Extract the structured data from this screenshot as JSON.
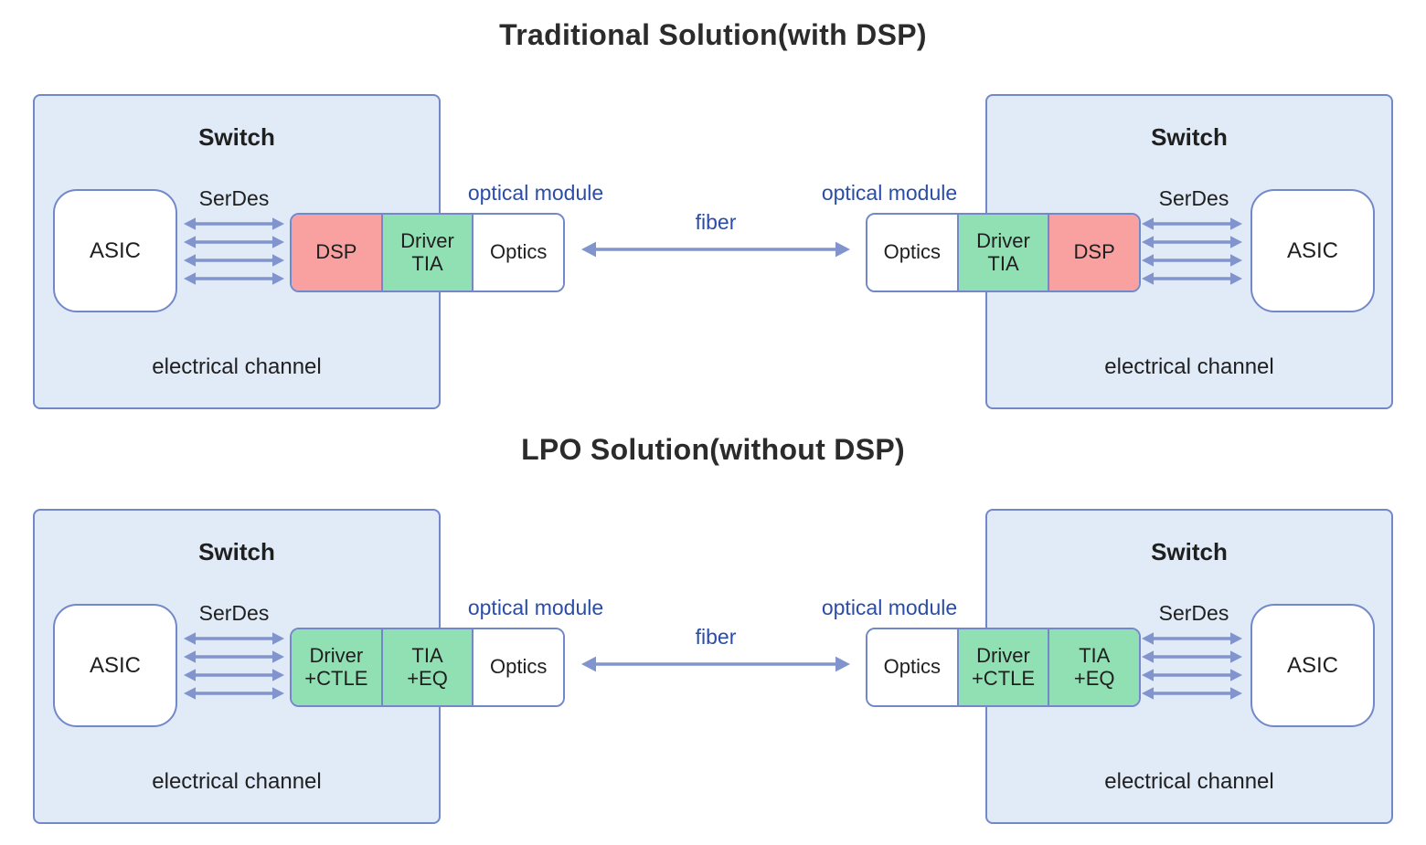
{
  "colors": {
    "switch_fill": "#e1ebf8",
    "box_border": "#7288c9",
    "arrow": "#8294cd",
    "label_blue": "#2b4da8",
    "cell_pink": "#f9a1a0",
    "cell_green": "#90e0b4",
    "cell_white": "#ffffff",
    "text": "#2b2b2b"
  },
  "sections": [
    {
      "title": "Traditional Solution(with DSP)",
      "fiber_label": "fiber",
      "left": {
        "switch_label": "Switch",
        "asic_label": "ASIC",
        "serdes_label": "SerDes",
        "channel_label": "electrical channel",
        "optical_module_label": "optical module",
        "module_cells": [
          {
            "label": "DSP",
            "color": "pink"
          },
          {
            "label": "Driver\nTIA",
            "color": "green"
          },
          {
            "label": "Optics",
            "color": "white"
          }
        ]
      },
      "right": {
        "switch_label": "Switch",
        "asic_label": "ASIC",
        "serdes_label": "SerDes",
        "channel_label": "electrical channel",
        "optical_module_label": "optical module",
        "module_cells": [
          {
            "label": "Optics",
            "color": "white"
          },
          {
            "label": "Driver\nTIA",
            "color": "green"
          },
          {
            "label": "DSP",
            "color": "pink"
          }
        ]
      }
    },
    {
      "title": "LPO Solution(without DSP)",
      "fiber_label": "fiber",
      "left": {
        "switch_label": "Switch",
        "asic_label": "ASIC",
        "serdes_label": "SerDes",
        "channel_label": "electrical channel",
        "optical_module_label": "optical module",
        "module_cells": [
          {
            "label": "Driver\n+CTLE",
            "color": "green"
          },
          {
            "label": "TIA\n+EQ",
            "color": "green"
          },
          {
            "label": "Optics",
            "color": "white"
          }
        ]
      },
      "right": {
        "switch_label": "Switch",
        "asic_label": "ASIC",
        "serdes_label": "SerDes",
        "channel_label": "electrical channel",
        "optical_module_label": "optical module",
        "module_cells": [
          {
            "label": "Optics",
            "color": "white"
          },
          {
            "label": "Driver\n+CTLE",
            "color": "green"
          },
          {
            "label": "TIA\n+EQ",
            "color": "green"
          }
        ]
      }
    }
  ]
}
